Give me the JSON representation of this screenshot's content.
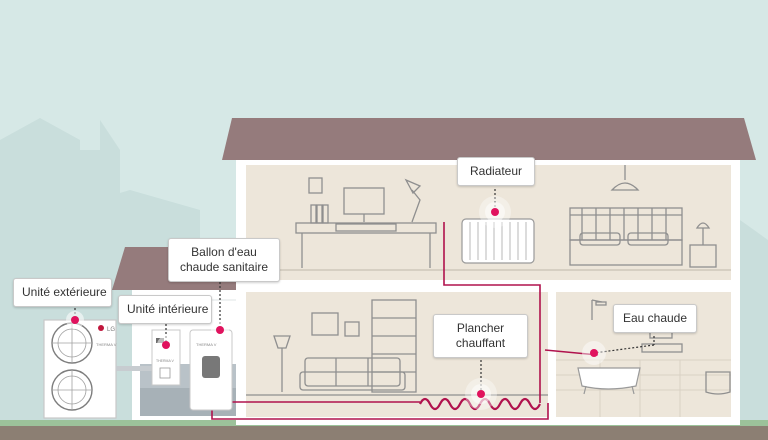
{
  "labels": {
    "outdoor_unit": "Unité extérieure",
    "indoor_unit": "Unité intérieure",
    "tank_line1": "Ballon d'eau",
    "tank_line2": "chaude sanitaire",
    "radiator": "Radiateur",
    "floor_line1": "Plancher",
    "floor_line2": "chauffant",
    "hot_water": "Eau chaude"
  },
  "device_text": {
    "outdoor_brand": "LG",
    "outdoor_model": "THERMA V",
    "indoor_model": "THERMA V",
    "tank_model": "THERMA V"
  },
  "colors": {
    "sky": "#d6e8e6",
    "roof": "#957b7c",
    "wall": "#ffffff",
    "room": "#ede6da",
    "ground": "#8c7f73",
    "grass": "#9cc29a",
    "pipe": "#b0124d",
    "marker": "#e0135e",
    "line_art": "#8f8f8f"
  },
  "icons": {
    "outdoor": "fan-unit-icon",
    "indoor": "indoor-unit-icon",
    "tank": "water-tank-icon",
    "radiator": "radiator-icon",
    "floor": "floor-heating-coil-icon",
    "bath": "bathtub-icon"
  }
}
